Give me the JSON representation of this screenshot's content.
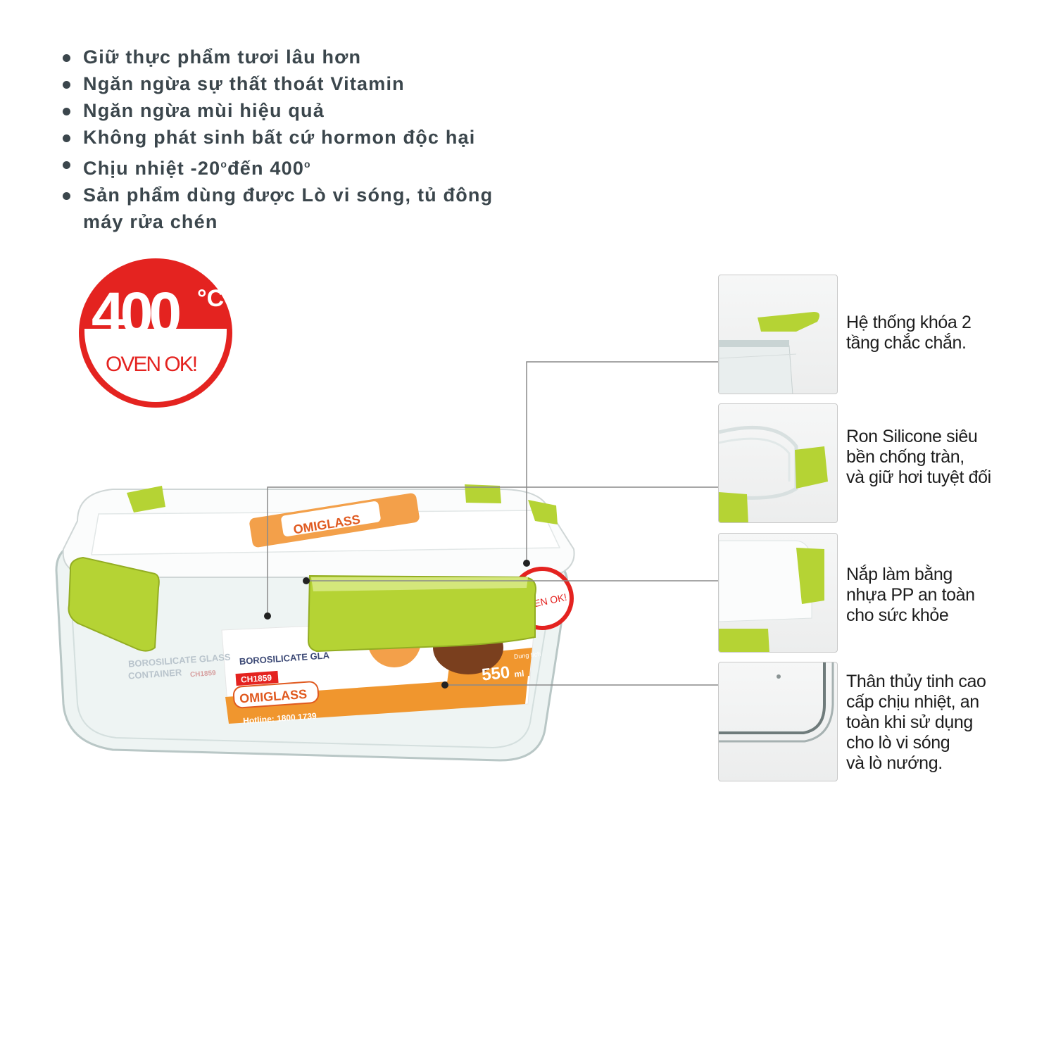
{
  "features": [
    "Giữ thực phẩm tươi lâu hơn",
    "Ngăn ngừa sự thất thoát Vitamin",
    "Ngăn ngừa mùi hiệu quả",
    "Không phát sinh bất cứ hormon độc hại",
    "Chịu nhiệt -20",
    "Sản phẩm dùng được Lò vi sóng, tủ đông"
  ],
  "feature_heat": {
    "sup1": "o",
    "mid": "đến 400",
    "sup2": "o"
  },
  "feature_last_line2": "máy rửa chén",
  "badge": {
    "number": "400",
    "unit": "°C",
    "text": "OVEN OK!"
  },
  "product": {
    "brand": "OMIGLASS",
    "brand_lid": "OMIGLASS",
    "line1": "BOROSILICATE GLA",
    "code": "CH1859",
    "back_line1": "BOROSILICATE GLASS",
    "back_line2": "CONTAINER",
    "back_code": "CH1859",
    "capacity": "550",
    "capacity_unit": "ml",
    "capacity_label": "Dung tích",
    "hotline": "Hotline: 1800 1739",
    "oven": "OVEN OK!"
  },
  "callouts": [
    {
      "lines": [
        "Hệ thống khóa 2",
        "tầng chắc chắn."
      ]
    },
    {
      "lines": [
        "Ron Silicone siêu",
        "bền chống tràn,",
        "và giữ hơi tuyệt đối"
      ]
    },
    {
      "lines": [
        "Nắp làm bằng",
        "nhựa PP an toàn",
        "cho sức khỏe"
      ]
    },
    {
      "lines": [
        "Thân thủy tinh cao",
        "cấp chịu nhiệt, an",
        "toàn khi sử dụng",
        "cho lò vi sóng",
        "và lò nướng."
      ]
    }
  ],
  "colors": {
    "accent_green": "#b5d334",
    "badge_red": "#e42320",
    "label_orange": "#f0962e",
    "text_dark": "#3b464c"
  }
}
